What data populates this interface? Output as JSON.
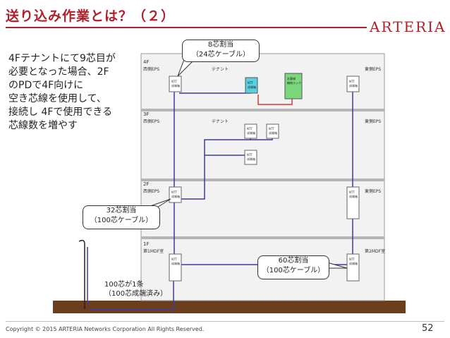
{
  "slide": {
    "title": "送り込み作業とは？（２）",
    "logo": "ARTERIA",
    "description_lines": [
      "4Fテナントにて9芯目が",
      "必要となった場合、2F",
      "のPDで4F向けに",
      "空き芯線を使用して、",
      "接続し 4Fで使用できる",
      "芯線数を増やす"
    ],
    "footer": "Copyright © 2015 ARTERIA Networks Corporation All Rights Reserved.",
    "page_number": "52"
  },
  "callouts": {
    "top": [
      "8芯割当",
      "（24芯ケーブル）"
    ],
    "left": [
      "32芯割当",
      "（100芯ケーブル）"
    ],
    "right": [
      "60芯割当",
      "（100芯ケーブル）"
    ],
    "bottom": [
      "100芯が1条",
      "（100芯成端済み）"
    ]
  },
  "floors": {
    "f4": {
      "label": "4F",
      "west": "西側EPS",
      "tenant": "テナント",
      "east": "東側EPS"
    },
    "f3": {
      "label": "3F",
      "west": "西側EPS",
      "tenant": "テナント",
      "east": "東側EPS"
    },
    "f2": {
      "label": "2F",
      "west": "西側EPS",
      "east": "東側EPS"
    },
    "f1": {
      "label": "1F",
      "west": "第1MDF室",
      "east": "第2MDF室"
    }
  },
  "boxes": {
    "ntt": "NTT\n成端箱",
    "tenant_box": "NTT\n成端箱",
    "customer": "お客様\n機械ラック"
  },
  "colors": {
    "title": "#b0202a",
    "cable": "#3a3aa8",
    "link": "#d63a3a",
    "tenant_box": "#5ad0e0",
    "customer_rack": "#7cd67c",
    "ground": "#6b3f1e"
  }
}
